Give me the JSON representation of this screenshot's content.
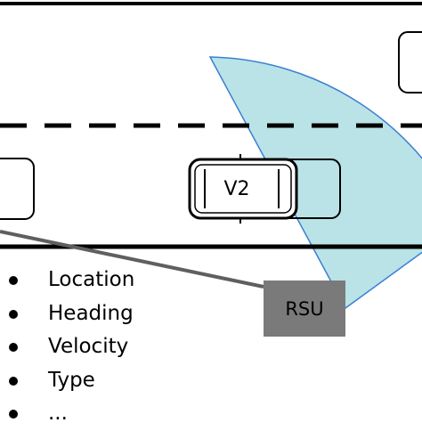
{
  "colors": {
    "coverage_fill": "#b9e3e6",
    "coverage_stroke": "#3b7fd6",
    "road_line": "#000000",
    "rsu_fill": "#7a7a7a",
    "link_line": "#5f5f5f"
  },
  "vehicle": {
    "label": "V2"
  },
  "rsu": {
    "label": "RSU"
  },
  "attributes": [
    "Location",
    "Heading",
    "Velocity",
    "Type",
    "..."
  ]
}
